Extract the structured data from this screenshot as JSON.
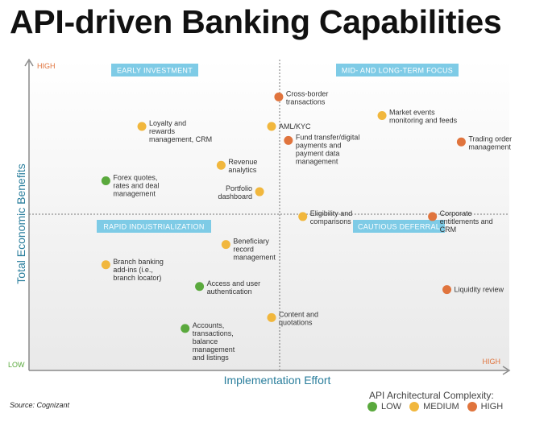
{
  "title": "API-driven Banking Capabilities",
  "source": "Source: Cognizant",
  "colors": {
    "LOW": "#5aa93d",
    "MEDIUM": "#f1b73d",
    "HIGH": "#e0743d",
    "quadrant_label_bg": "#7ecbe6",
    "axis_label": "#2a7e9c"
  },
  "legend": {
    "title": "API Architectural Complexity:",
    "items": [
      {
        "key": "LOW",
        "label": "LOW"
      },
      {
        "key": "MEDIUM",
        "label": "MEDIUM"
      },
      {
        "key": "HIGH",
        "label": "HIGH"
      }
    ]
  },
  "chart_data": {
    "type": "scatter",
    "xlabel": "Implementation Effort",
    "ylabel": "Total Economic Benefits",
    "xlim": [
      0,
      100
    ],
    "ylim": [
      0,
      100
    ],
    "axis_end_labels": {
      "y_high": "HIGH",
      "low": "LOW",
      "x_high": "HIGH"
    },
    "quadrants": [
      {
        "label": "EARLY INVESTMENT",
        "position": "top-left"
      },
      {
        "label": "MID- AND LONG-TERM FOCUS",
        "position": "top-right"
      },
      {
        "label": "RAPID INDUSTRIALIZATION",
        "position": "bottom-left"
      },
      {
        "label": "CAUTIOUS DEFERRAL",
        "position": "bottom-right"
      }
    ],
    "points": [
      {
        "lines": [
          "Cross-border",
          "transactions"
        ],
        "x": 52,
        "y": 88,
        "complexity": "HIGH",
        "label_side": "right"
      },
      {
        "lines": [
          "Loyalty and",
          "rewards",
          "management, CRM"
        ],
        "x": 23.5,
        "y": 78.5,
        "complexity": "MEDIUM",
        "label_side": "right"
      },
      {
        "lines": [
          "AML/KYC"
        ],
        "x": 50.5,
        "y": 78.5,
        "complexity": "MEDIUM",
        "label_side": "right"
      },
      {
        "lines": [
          "Market events",
          "monitoring and feeds"
        ],
        "x": 73.5,
        "y": 82,
        "complexity": "MEDIUM",
        "label_side": "right"
      },
      {
        "lines": [
          "Fund transfer/digital",
          "payments and",
          "payment data",
          "management"
        ],
        "x": 54,
        "y": 74,
        "complexity": "HIGH",
        "label_side": "right"
      },
      {
        "lines": [
          "Trading order",
          "management"
        ],
        "x": 90,
        "y": 73.5,
        "complexity": "HIGH",
        "label_side": "right"
      },
      {
        "lines": [
          "Revenue",
          "analytics"
        ],
        "x": 40,
        "y": 66,
        "complexity": "MEDIUM",
        "label_side": "right"
      },
      {
        "lines": [
          "Forex quotes,",
          "rates and deal",
          "management"
        ],
        "x": 16,
        "y": 61,
        "complexity": "LOW",
        "label_side": "right"
      },
      {
        "lines": [
          "Portfolio",
          "dashboard"
        ],
        "x": 48,
        "y": 57.5,
        "complexity": "MEDIUM",
        "label_side": "left"
      },
      {
        "lines": [
          "Eligibility and",
          "comparisons"
        ],
        "x": 57,
        "y": 49.5,
        "complexity": "MEDIUM",
        "label_side": "right"
      },
      {
        "lines": [
          "Corporate",
          "entitlements and",
          "CRM"
        ],
        "x": 84,
        "y": 49.5,
        "complexity": "HIGH",
        "label_side": "right"
      },
      {
        "lines": [
          "Beneficiary",
          "record",
          "management"
        ],
        "x": 41,
        "y": 40.5,
        "complexity": "MEDIUM",
        "label_side": "right"
      },
      {
        "lines": [
          "Branch banking",
          "add-ins (i.e.,",
          "branch locator)"
        ],
        "x": 16,
        "y": 34,
        "complexity": "MEDIUM",
        "label_side": "right"
      },
      {
        "lines": [
          "Access and user",
          "authentication"
        ],
        "x": 35.5,
        "y": 27,
        "complexity": "LOW",
        "label_side": "right"
      },
      {
        "lines": [
          "Liquidity review"
        ],
        "x": 87,
        "y": 26,
        "complexity": "HIGH",
        "label_side": "right"
      },
      {
        "lines": [
          "Content and",
          "quotations"
        ],
        "x": 50.5,
        "y": 17,
        "complexity": "MEDIUM",
        "label_side": "right"
      },
      {
        "lines": [
          "Accounts,",
          "transactions,",
          "balance",
          "management",
          "and listings"
        ],
        "x": 32.5,
        "y": 13.5,
        "complexity": "LOW",
        "label_side": "right"
      }
    ]
  }
}
